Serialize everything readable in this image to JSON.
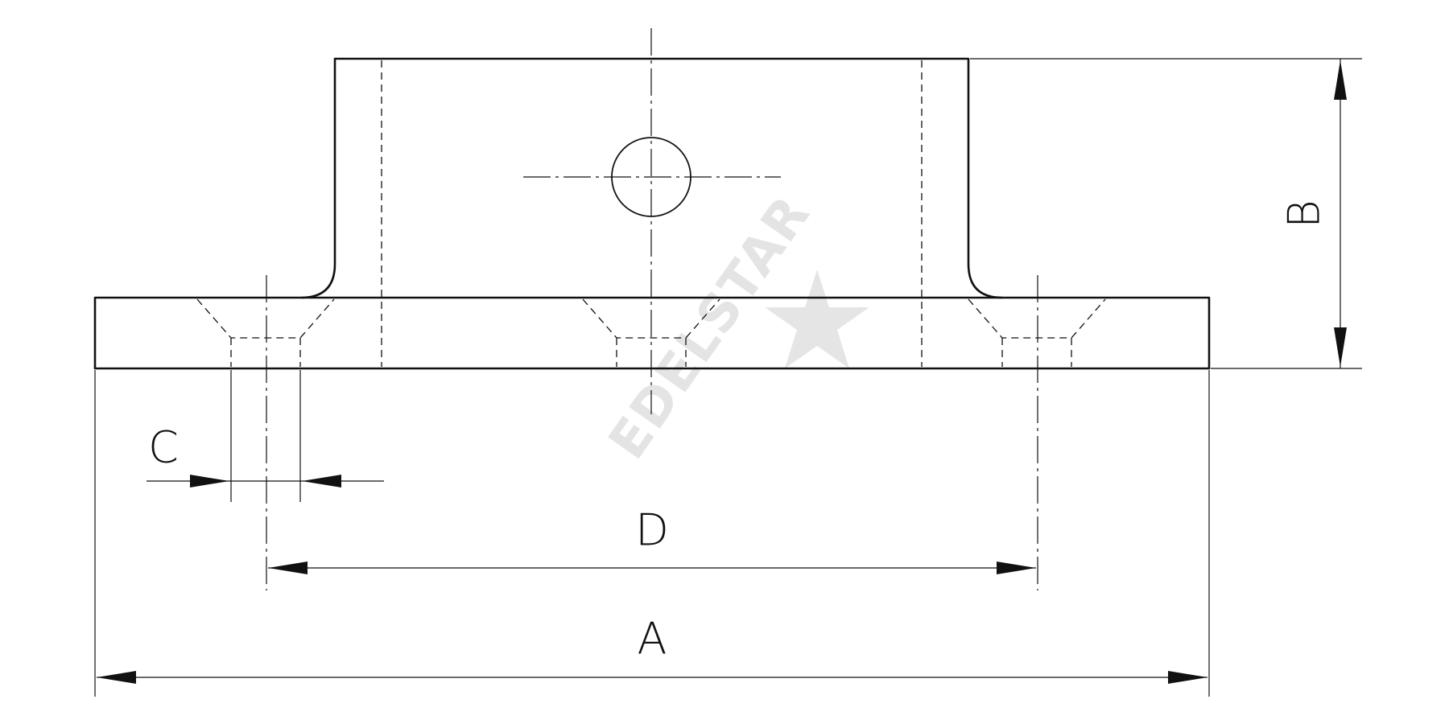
{
  "drawing": {
    "dimension_labels": {
      "overall_width": "A",
      "height": "B",
      "hole_diameter": "C",
      "hole_spacing": "D"
    },
    "watermark": "EDELSTAR"
  }
}
